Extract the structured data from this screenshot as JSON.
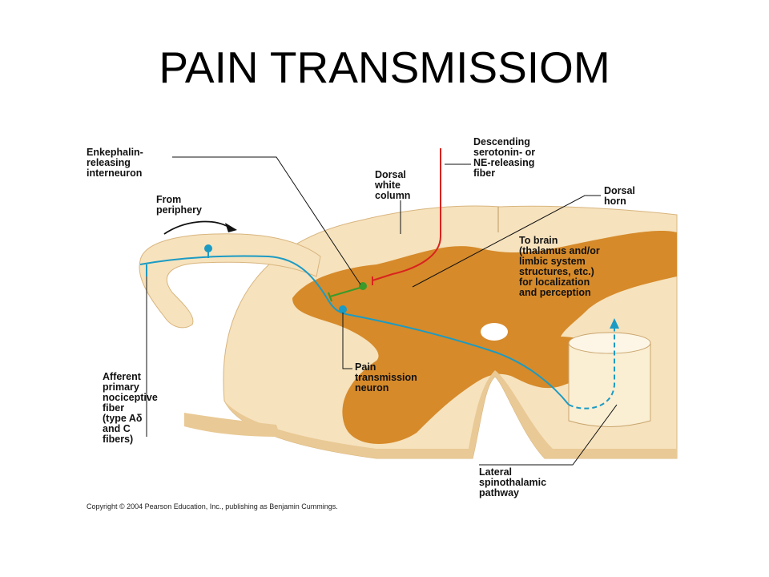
{
  "title": "PAIN TRANSMISSIOM",
  "colors": {
    "gray_matter": "#d68a2a",
    "white_matter": "#f6e2bd",
    "white_matter_shadow": "#e9c995",
    "afferent_fiber": "#1b9bc4",
    "descending_fiber": "#d9231e",
    "interneuron": "#3a9a2a",
    "pathway_column": "#faeed3"
  },
  "labels": {
    "enkephalin": [
      "Enkephalin-",
      "releasing",
      "interneuron"
    ],
    "descending": [
      "Descending",
      "serotonin- or",
      "NE-releasing",
      "fiber"
    ],
    "dorsal_white_column": [
      "Dorsal",
      "white",
      "column"
    ],
    "dorsal_horn": [
      "Dorsal",
      "horn"
    ],
    "from_periphery": [
      "From",
      "periphery"
    ],
    "to_brain": [
      "To brain",
      "(thalamus and/or",
      "limbic system",
      "structures, etc.)",
      "for localization",
      "and perception"
    ],
    "afferent": [
      "Afferent",
      "primary",
      "nociceptive",
      "fiber",
      "(type Aδ",
      "and C",
      "fibers)"
    ],
    "pain_neuron": [
      "Pain",
      "transmission",
      "neuron"
    ],
    "lateral_pathway": [
      "Lateral",
      "spinothalamic",
      "pathway"
    ]
  },
  "copyright": "Copyright © 2004 Pearson Education, Inc., publishing as Benjamin Cummings."
}
